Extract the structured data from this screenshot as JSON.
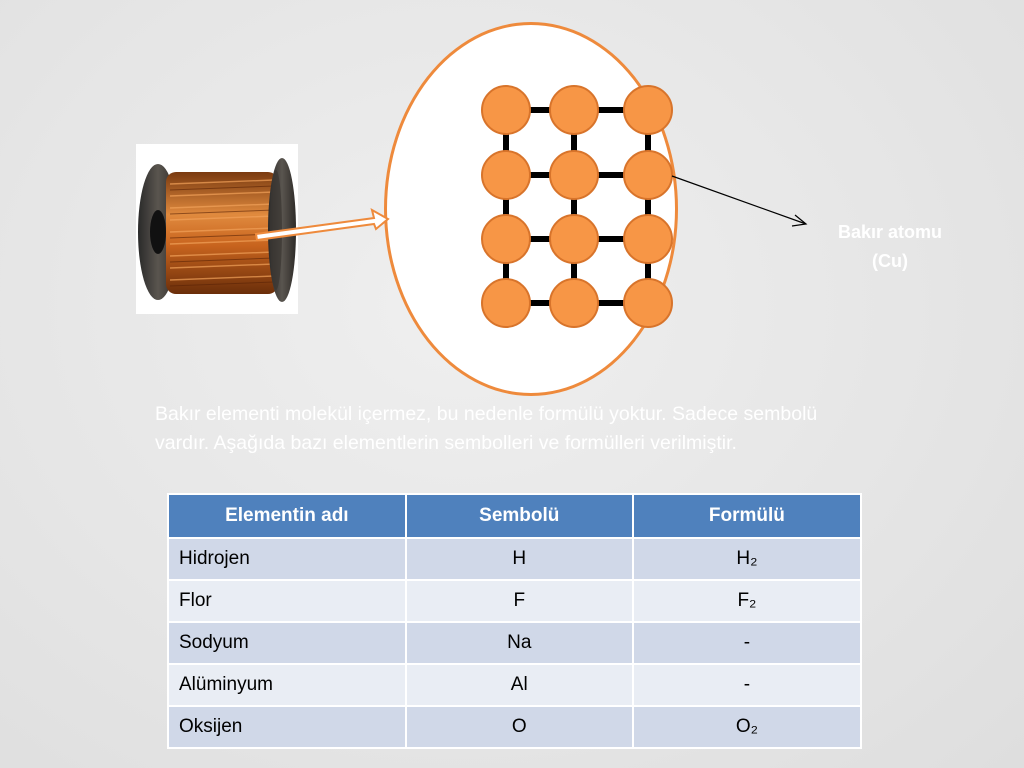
{
  "slide": {
    "atom_label_line1": "Bakır atomu",
    "atom_label_line2": "(Cu)",
    "paragraph": "Bakır elementi molekül içermez, bu nedenle formülü yoktur. Sadece sembolü vardır. Aşağıda bazı elementlerin sembolleri ve formülleri verilmiştir."
  },
  "table": {
    "headers": [
      "Elementin adı",
      "Sembolü",
      "Formülü"
    ],
    "rows": [
      [
        "Hidrojen",
        "H",
        "H₂"
      ],
      [
        "Flor",
        "F",
        "F₂"
      ],
      [
        "Sodyum",
        "Na",
        "-"
      ],
      [
        "Alüminyum",
        "Al",
        "-"
      ],
      [
        "Oksijen",
        "O",
        "O₂"
      ]
    ]
  },
  "colors": {
    "atom_fill": "#f79646",
    "atom_stroke": "#d8742b",
    "circle_border": "#ee8a3c",
    "table_header": "#4f81bd",
    "row_odd": "#d0d8e8",
    "row_even": "#e9edf4"
  }
}
